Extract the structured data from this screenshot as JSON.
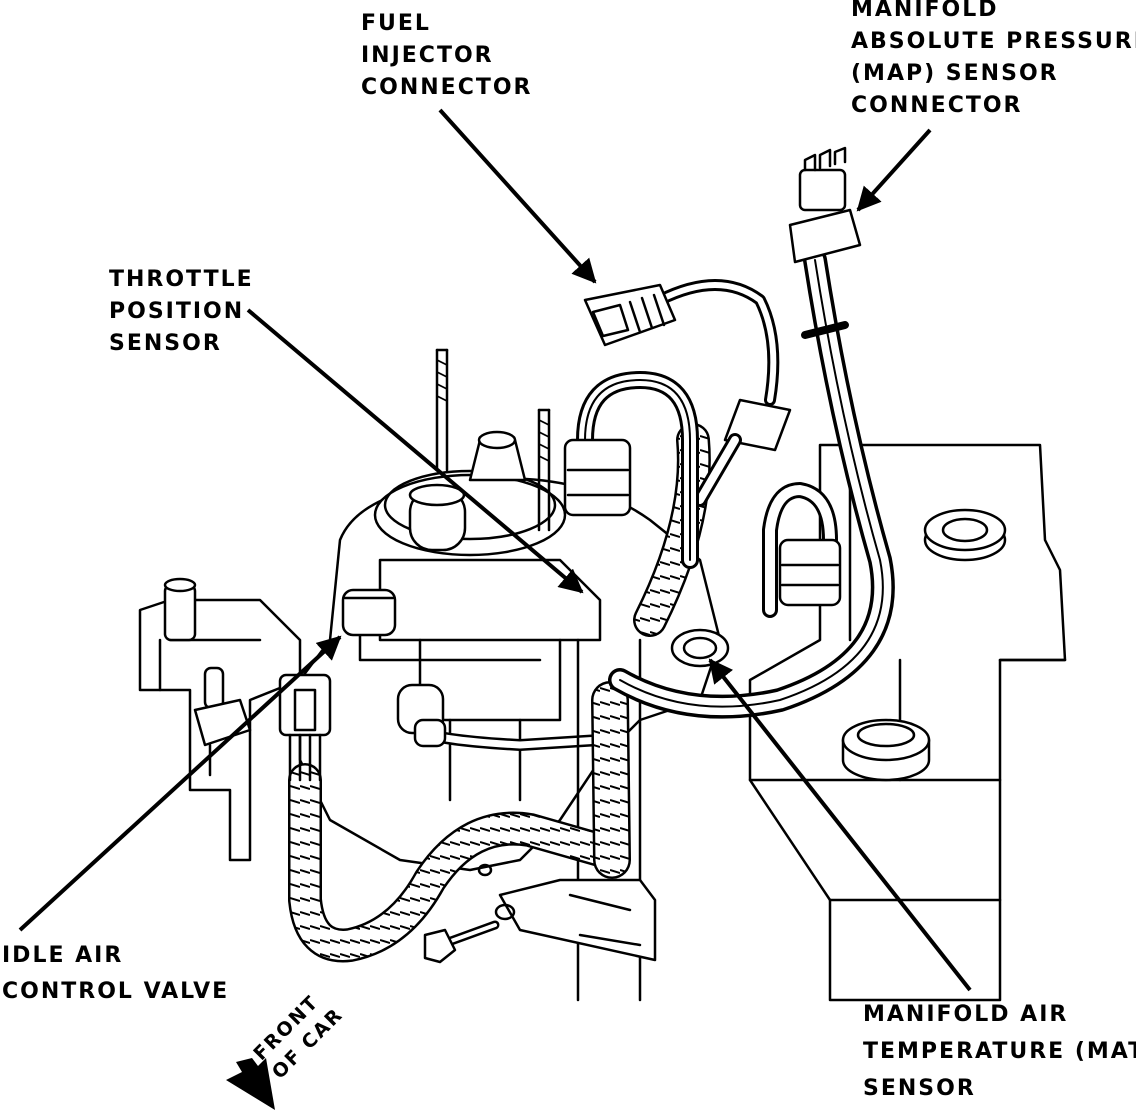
{
  "labels": {
    "fuel_injector_connector": [
      "FUEL",
      "INJECTOR",
      "CONNECTOR"
    ],
    "map_sensor_connector": [
      "MANIFOLD",
      "ABSOLUTE PRESSURE",
      "(MAP) SENSOR",
      "CONNECTOR"
    ],
    "throttle_position_sensor": [
      "THROTTLE",
      "POSITION",
      "SENSOR"
    ],
    "idle_air_control_valve": [
      "IDLE AIR",
      "CONTROL VALVE"
    ],
    "mat_sensor": [
      "MANIFOLD AIR",
      "TEMPERATURE (MAT)",
      "SENSOR"
    ],
    "front_of_car": [
      "FRONT",
      "OF CAR"
    ]
  },
  "colors": {
    "ink": "#000000",
    "paper": "#ffffff"
  }
}
